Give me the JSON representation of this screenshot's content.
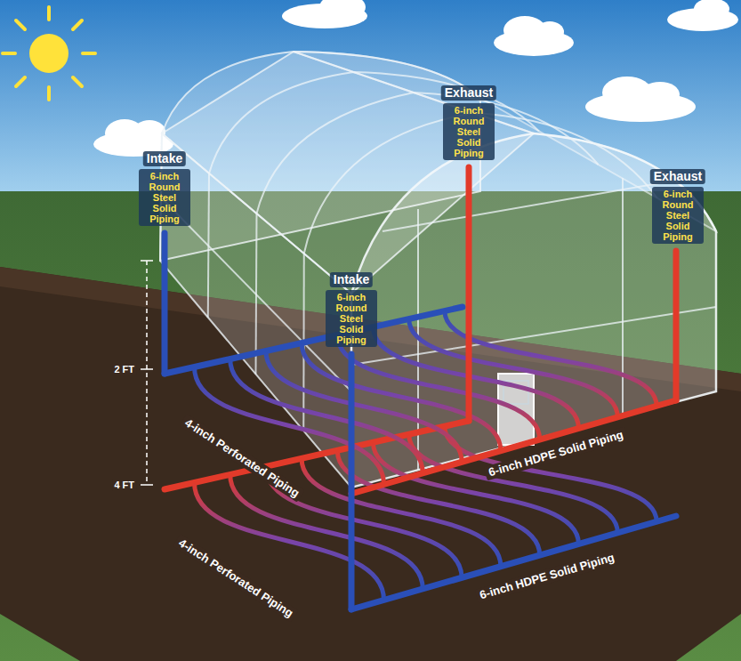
{
  "diagram": {
    "labels": [
      "Intake",
      "6-inch Round Steel Solid Piping",
      "Exhaust",
      "6-inch Round Steel Solid Piping",
      "Exhaust",
      "6-inch Round Steel Solid Piping",
      "Intake",
      "6-inch Round Steel Solid Piping",
      "2 FT",
      "4 FT",
      "4-inch Perforated Piping",
      "6-inch HDPE Solid Piping",
      "4-inch Perforated Piping",
      "6-inch HDPE Solid Piping"
    ]
  }
}
